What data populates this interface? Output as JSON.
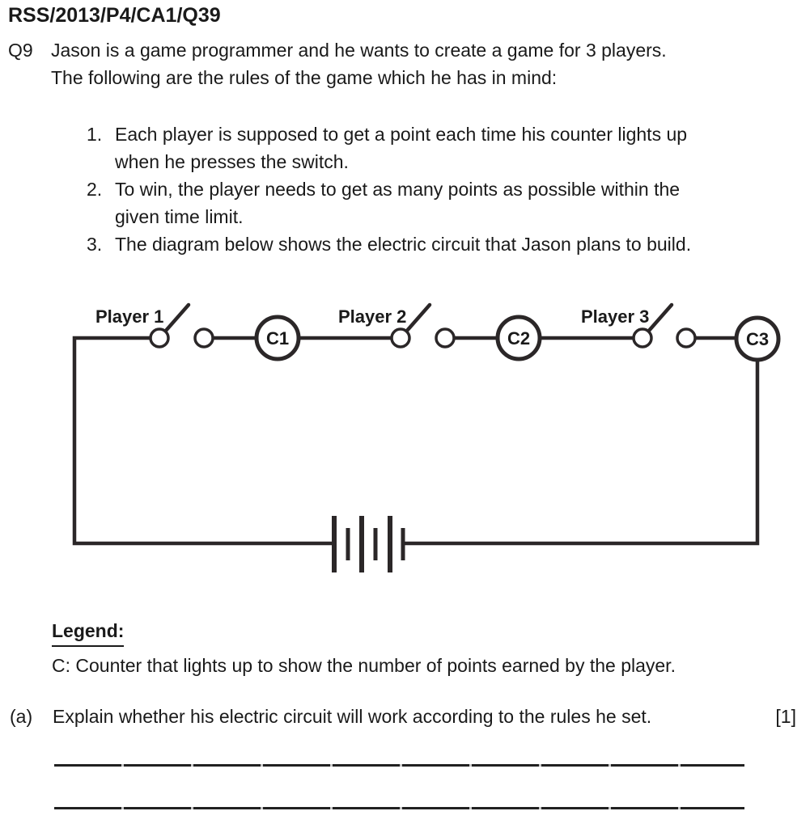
{
  "page": {
    "header": "RSS/2013/P4/CA1/Q39",
    "question_number": "Q9",
    "intro_lines": [
      "Jason is a game programmer and he wants to create a game for 3 players.",
      "The following are the rules of the game which he has in mind:"
    ],
    "rules": [
      {
        "num": "1.",
        "lines": [
          "Each player is supposed to get a point each time his counter lights up",
          "when he presses the switch."
        ]
      },
      {
        "num": "2.",
        "lines": [
          "To win, the player needs to get as many points as possible within the",
          "given time limit."
        ]
      },
      {
        "num": "3.",
        "lines": [
          "The diagram below shows the electric circuit that Jason plans to build.",
          ""
        ]
      }
    ]
  },
  "circuit": {
    "type": "series circuit with 3 open switches, 3 counters and a 3-cell battery",
    "switch_labels": [
      "Player 1",
      "Player 2",
      "Player 3"
    ],
    "counter_labels": [
      "C1",
      "C2",
      "C3"
    ],
    "wire_color": "#2b2728"
  },
  "legend": {
    "title": "Legend:",
    "text": "C: Counter that lights up to show the number of points earned by the player."
  },
  "part_a": {
    "label": "(a)",
    "text": "Explain whether his electric circuit will work according to the rules he set.",
    "marks": "[1]",
    "answer_line_count": 2
  }
}
